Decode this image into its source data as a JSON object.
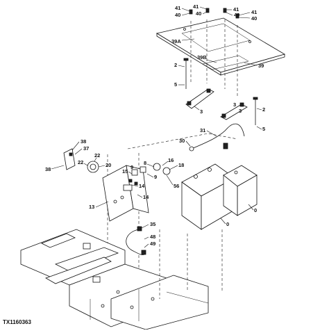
{
  "figure_id": "TX1160363",
  "callouts": {
    "c41a": "41",
    "c40a": "40",
    "c41b": "41",
    "c40b": "40",
    "c41c": "41",
    "c40c": "40",
    "c39A": "39A",
    "c39B": "39B",
    "c39": "39",
    "c2a": "2",
    "c5a": "5",
    "c3a": "3",
    "c3b": "3",
    "c2b": "2",
    "c5b": "5",
    "c31": "31",
    "c30": "30",
    "c38a": "38",
    "c37": "37",
    "c38b": "38",
    "c22a": "22",
    "c22b": "22",
    "c20": "20",
    "c9a": "9",
    "c15": "15",
    "c8": "8",
    "c16": "16",
    "c18": "18",
    "c9b": "9",
    "c14a": "14",
    "c56": "56",
    "c14b": "14",
    "c13": "13",
    "c0a": "0",
    "c0b": "0",
    "c35": "35",
    "c48": "48",
    "c49": "49"
  }
}
